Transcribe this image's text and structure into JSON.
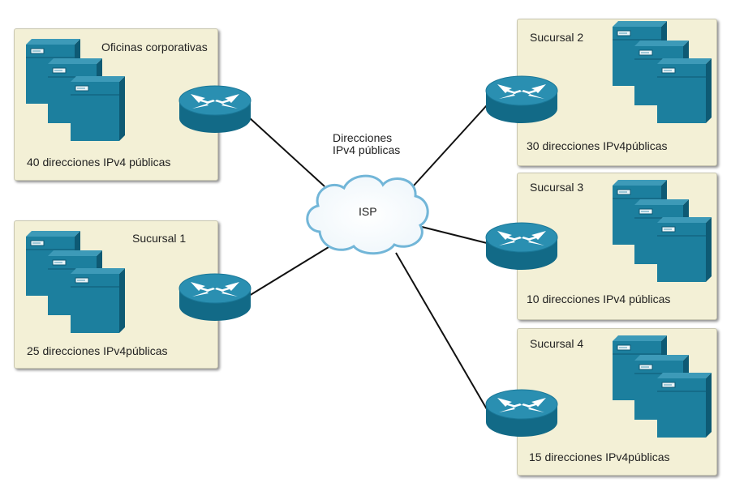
{
  "sites": {
    "corporate": {
      "name": "Oficinas corporativas",
      "addresses": "40 direcciones IPv4 públicas"
    },
    "branch1": {
      "name": "Sucursal 1",
      "addresses": "25 direcciones IPv4públicas"
    },
    "branch2": {
      "name": "Sucursal 2",
      "addresses": "30 direcciones IPv4públicas"
    },
    "branch3": {
      "name": "Sucursal 3",
      "addresses": "10 direcciones IPv4 públicas"
    },
    "branch4": {
      "name": "Sucursal 4",
      "addresses": "15 direcciones IPv4públicas"
    }
  },
  "isp": {
    "label": "ISP",
    "annotation_line1": "Direcciones",
    "annotation_line2": "IPv4 públicas"
  },
  "colors": {
    "box_fill": "#f3f0d6",
    "device_blue": "#1c7f9e",
    "device_dark": "#0e5a74",
    "cloud_stroke": "#6fb3d6",
    "link": "#111111"
  }
}
